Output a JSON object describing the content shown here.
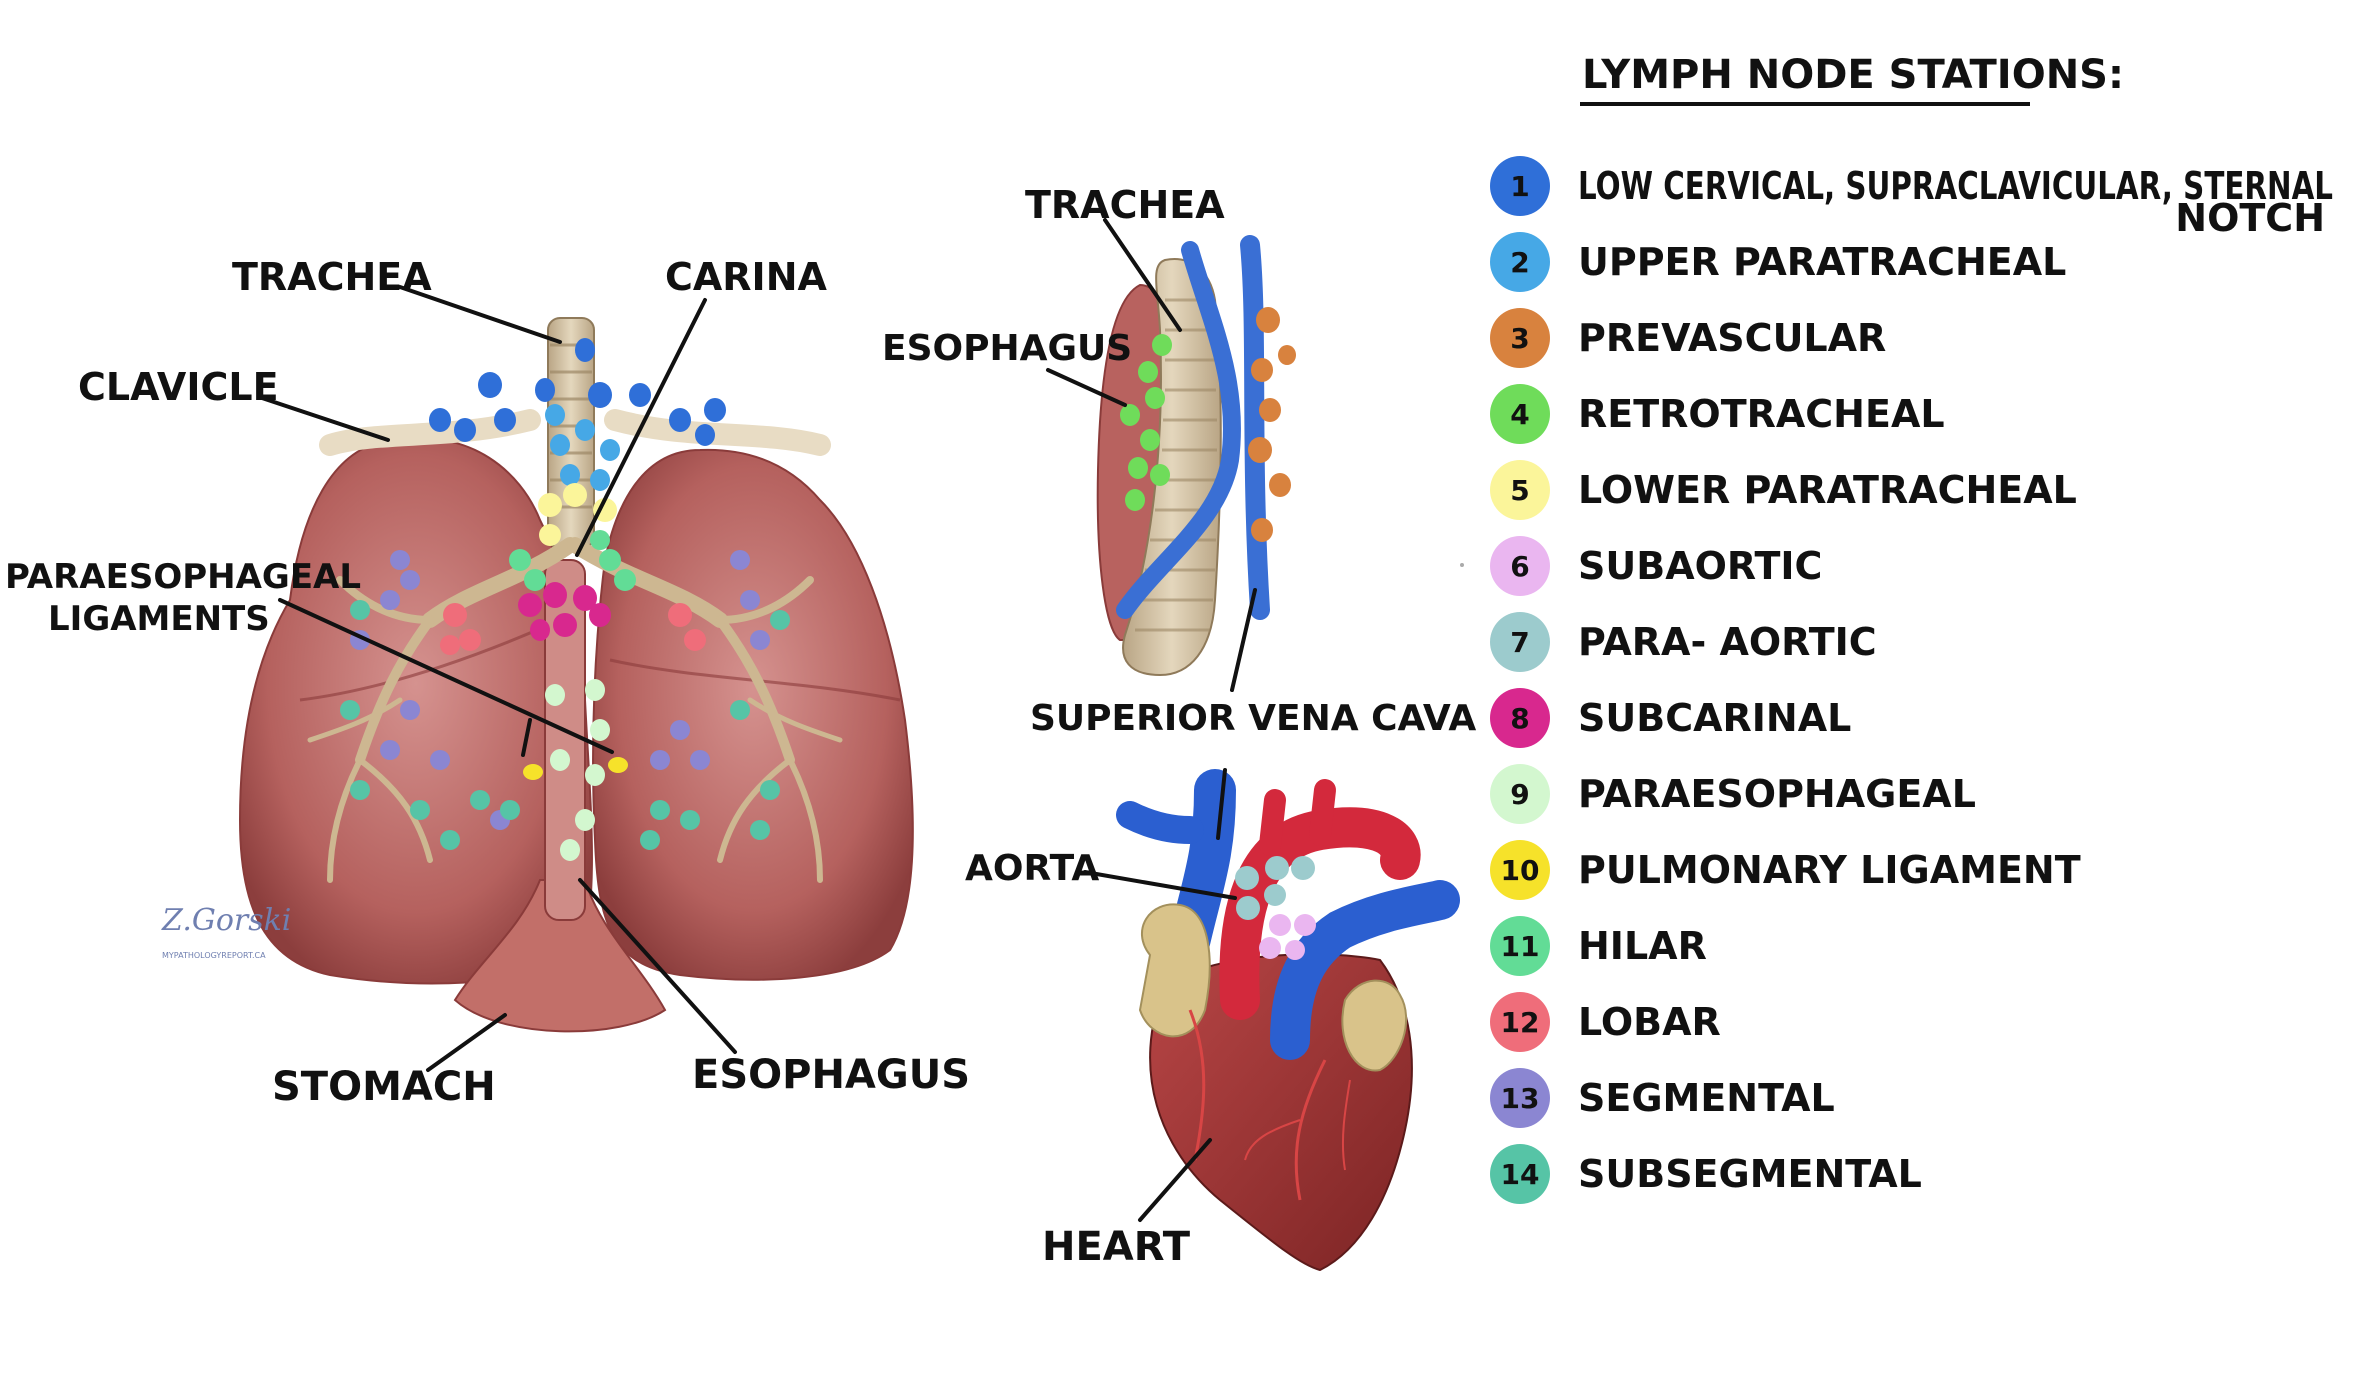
{
  "labels": {
    "trachea_left": "TRACHEA",
    "carina": "CARINA",
    "clavicle": "CLAVICLE",
    "paraesophageal_ligaments_1": "PARAESOPHAGEAL",
    "paraesophageal_ligaments_2": "LIGAMENTS",
    "stomach": "STOMACH",
    "esophagus_bottom": "ESOPHAGUS",
    "trachea_mid": "TRACHEA",
    "esophagus_mid": "ESOPHAGUS",
    "superior_vena_cava": "SUPERIOR VENA CAVA",
    "aorta": "AORTA",
    "heart": "HEART"
  },
  "signature": {
    "name": "Z.Gorski",
    "site": "MYPATHOLOGYREPORT.CA"
  },
  "legend": {
    "title": "LYMPH NODE STATIONS:",
    "stations": [
      {
        "num": "1",
        "label": "LOW CERVICAL, SUPRACLAVICULAR, STERNAL",
        "label2": "NOTCH",
        "color": "#2f6fd8"
      },
      {
        "num": "2",
        "label": "UPPER PARATRACHEAL",
        "color": "#46a8e6"
      },
      {
        "num": "3",
        "label": "PREVASCULAR",
        "color": "#d8823e"
      },
      {
        "num": "4",
        "label": "RETROTRACHEAL",
        "color": "#6fdc5a"
      },
      {
        "num": "5",
        "label": "LOWER PARATRACHEAL",
        "color": "#fbf59a"
      },
      {
        "num": "6",
        "label": "SUBAORTIC",
        "color": "#eab6f0"
      },
      {
        "num": "7",
        "label": "PARA- AORTIC",
        "color": "#9ccbcd"
      },
      {
        "num": "8",
        "label": "SUBCARINAL",
        "color": "#d8288e"
      },
      {
        "num": "9",
        "label": "PARAESOPHAGEAL",
        "color": "#d3f7cf"
      },
      {
        "num": "10",
        "label": "PULMONARY LIGAMENT",
        "color": "#f6e22a"
      },
      {
        "num": "11",
        "label": "HILAR",
        "color": "#62dc96"
      },
      {
        "num": "12",
        "label": "LOBAR",
        "color": "#ef6d7a"
      },
      {
        "num": "13",
        "label": "SEGMENTAL",
        "color": "#8b86d2"
      },
      {
        "num": "14",
        "label": "SUBSEGMENTAL",
        "color": "#56c4a6"
      }
    ]
  }
}
